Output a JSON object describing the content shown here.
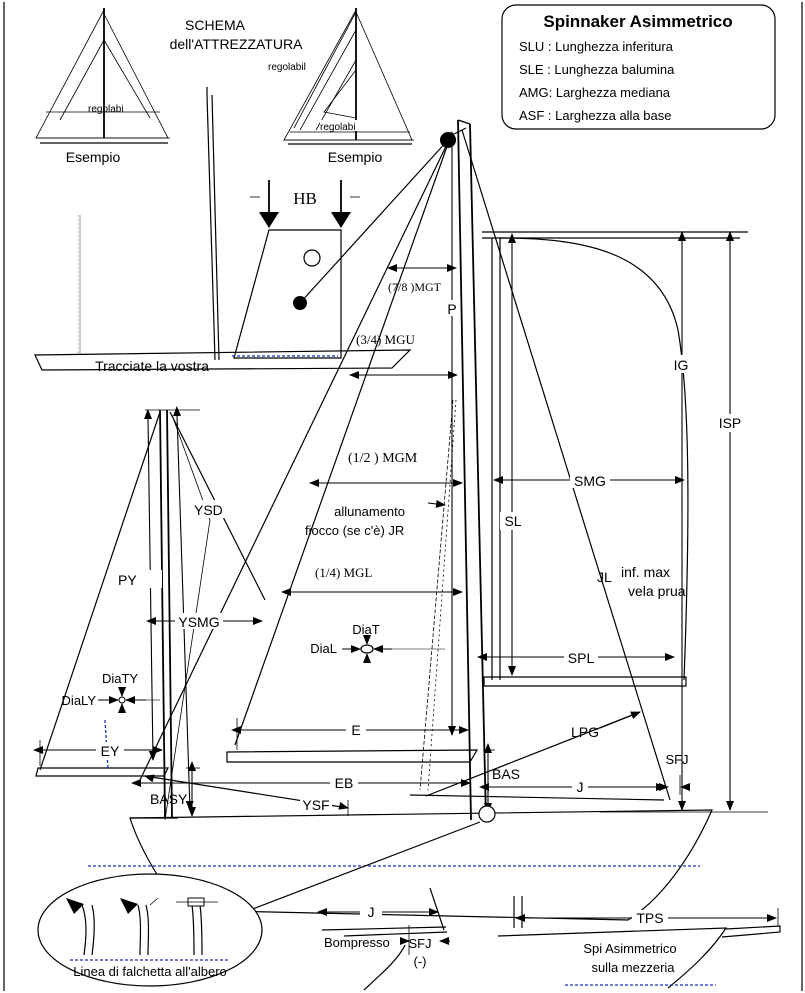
{
  "title": {
    "line1": "SCHEMA",
    "line2": "dell'ATTREZZATURA"
  },
  "legend": {
    "heading": "Spinnaker Asimmetrico",
    "items": [
      "SLU : Lunghezza inferitura",
      "SLE : Lunghezza balumina",
      "AMG: Larghezza mediana",
      "ASF : Larghezza alla base"
    ]
  },
  "examples": {
    "left_caption": "Esempio",
    "left_note": "regolabi",
    "right_caption": "Esempio",
    "right_note_top": "regolabil",
    "right_note_mid": "regolabi"
  },
  "profile_box": {
    "label_hb": "HB",
    "caption": "Tracciate la vostra"
  },
  "labels": {
    "mgt": "(7/8 )MGT",
    "p": "P",
    "mgu": "(3/4) MGU",
    "mgm": "(1/2 ) MGM",
    "jr_line1": "allunamento",
    "jr_line2": "fiocco (se c'è)  JR",
    "mgl": "(1/4)  MGL",
    "diat": "DiaT",
    "dial": "DiaL",
    "e": "E",
    "eb": "EB",
    "bas": "BAS",
    "j": "J",
    "sfj": "SFJ",
    "lpg": "LPG",
    "ig": "IG",
    "isp": "ISP",
    "sl": "SL",
    "smg": "SMG",
    "jl": "JL",
    "inf_line1": "inf. max",
    "inf_line2": "vela prua",
    "spl": "SPL",
    "ysd": "YSD",
    "py": "PY",
    "ysmg": "YSMG",
    "diaty": "DiaTY",
    "dialy": "DiaLY",
    "ey": "EY",
    "basy": "BASY",
    "ysf": "YSF"
  },
  "insets": {
    "sheer_caption": "Linea di falchetta all'albero",
    "bowsprit_j": "J",
    "bowsprit_label": "Bompresso",
    "bowsprit_sfj": "SFJ",
    "bowsprit_neg": "(-)",
    "tps": "TPS",
    "asym_line1": "Spi Asimmetrico",
    "asym_line2": "sulla mezzeria"
  }
}
